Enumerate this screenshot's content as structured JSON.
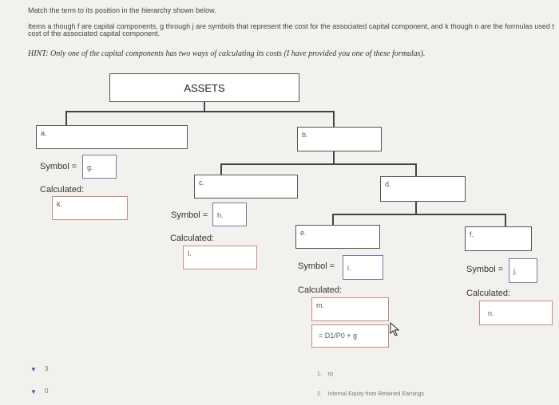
{
  "instructions": {
    "line1": "Match the term to its position in the hierarchy shown below.",
    "line2": "Items a though f are capital components, g through j are symbols that represent the cost for the associated capital component, and k though n are the formulas used t",
    "line3": "cost of the associated capital component.",
    "hint": "HINT: Only one of the capital components has two ways of calculating its costs (I have provided you one of these formulas)."
  },
  "tree": {
    "root_label": "ASSETS",
    "a_label": "a.",
    "b_label": "b.",
    "c_label": "c.",
    "d_label": "d.",
    "e_label": "e.",
    "f_label": "f.",
    "g_label": "g.",
    "h_label": "h.",
    "i_label": "i.",
    "j_label": "j.",
    "k_label": "k.",
    "l_label": "l.",
    "m_label": "m.",
    "n_label": "n.",
    "symbol_text": "Symbol =",
    "calculated_text": "Calculated:",
    "formula_given": "= D1/P0 + g"
  },
  "answer_bank": {
    "dropdown1_value": "3",
    "dropdown2_value": "0",
    "item1_num": "1.",
    "item1_text": "rp",
    "item2_num": "2.",
    "item2_text": "Internal Equity from Retained Earnings"
  }
}
